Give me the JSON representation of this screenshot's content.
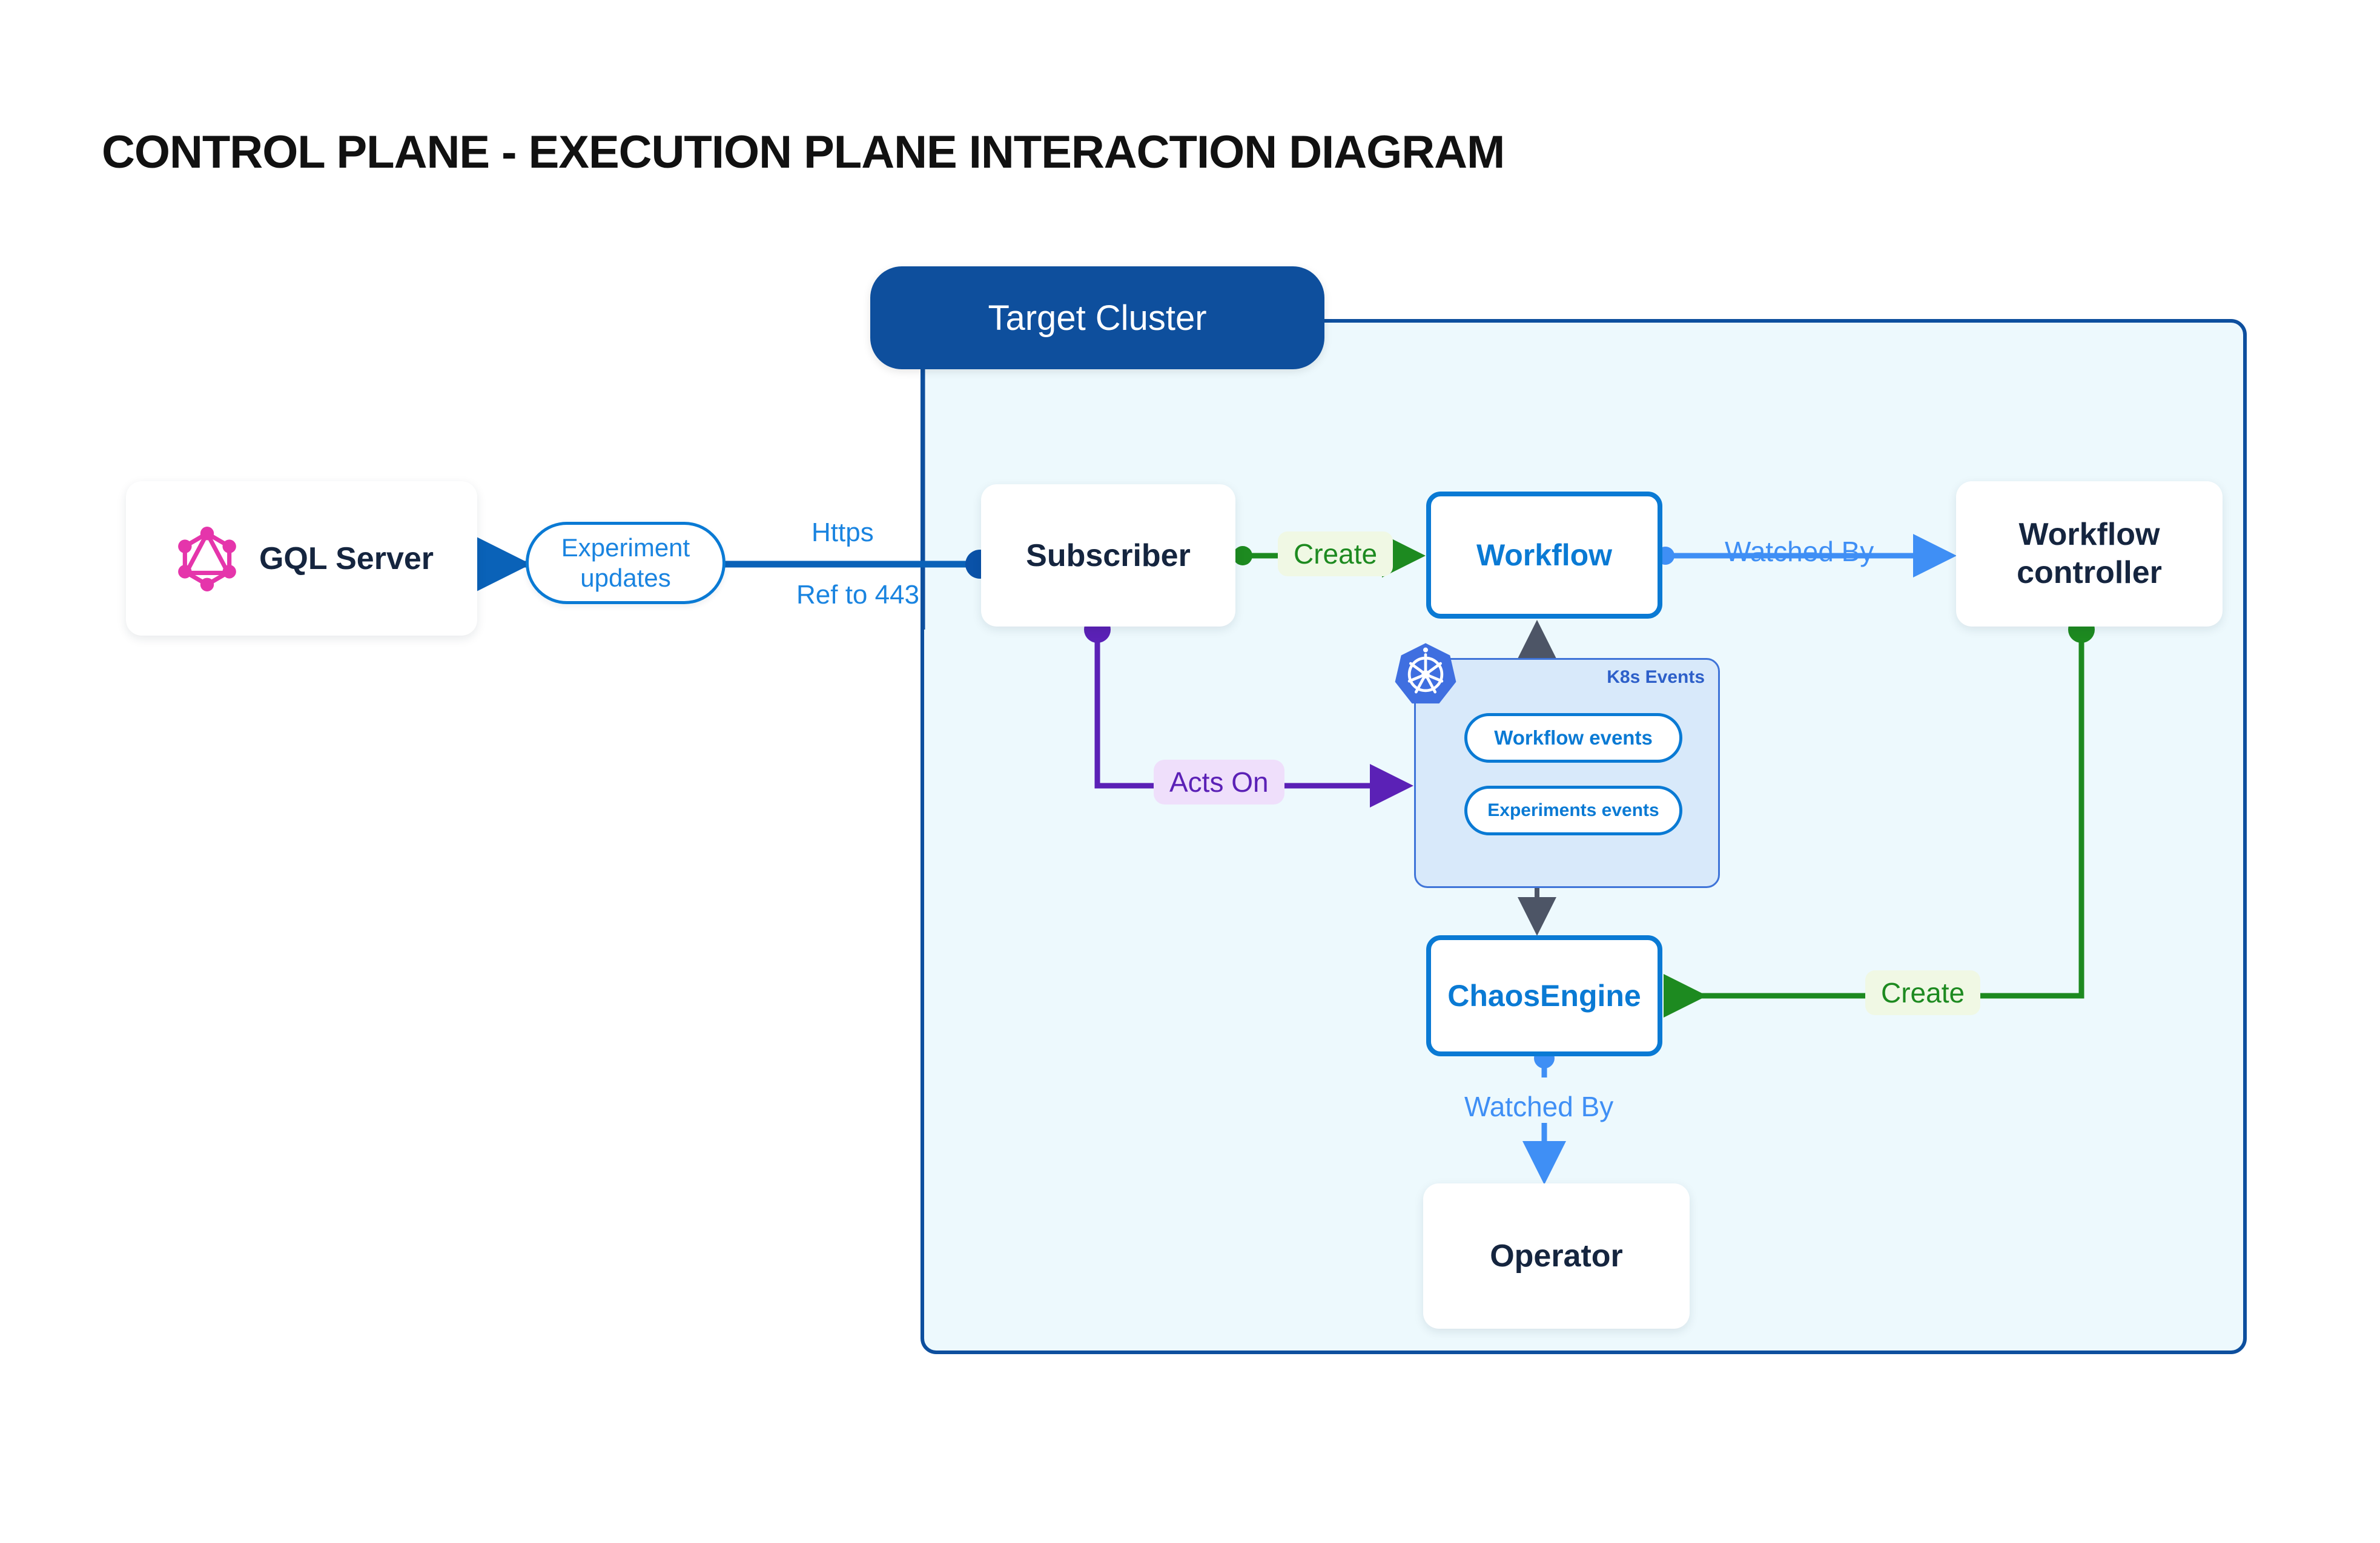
{
  "page": {
    "title": "CONTROL PLANE - EXECUTION PLANE INTERACTION DIAGRAM"
  },
  "cluster": {
    "badge_label": "Target Cluster",
    "fill_color": "#edf9fd",
    "border_color": "#0d4f9e",
    "badge_color": "#0e4f9d"
  },
  "nodes": {
    "gql_server": {
      "label": "GQL Server",
      "icon": "graphql-logo-icon",
      "icon_color": "#e535ab",
      "style": "plain"
    },
    "subscriber": {
      "label": "Subscriber",
      "style": "plain"
    },
    "workflow": {
      "label": "Workflow",
      "style": "outlined",
      "accent": "#0a7ad4"
    },
    "workflow_controller": {
      "label": "Workflow\ncontroller",
      "line1": "Workflow",
      "line2": "controller",
      "style": "plain"
    },
    "chaos_engine": {
      "label": "ChaosEngine",
      "style": "outlined",
      "accent": "#0a7ad4"
    },
    "operator": {
      "label": "Operator",
      "style": "plain"
    }
  },
  "k8s_group": {
    "title": "K8s Events",
    "icon": "kubernetes-helm-icon",
    "icon_color": "#3f6fe0",
    "fill_color": "#d8e9fa",
    "border_color": "#3f74d8",
    "pills": [
      {
        "label": "Workflow events"
      },
      {
        "label": "Experiments events"
      }
    ]
  },
  "edges": [
    {
      "id": "subscriber-to-gql",
      "label": "Experiment updates",
      "label_line1": "Experiment",
      "label_line2": "updates",
      "annotation_top": "Https",
      "annotation_bottom": "Ref to 443",
      "color": "#0a62b8",
      "direction": "left"
    },
    {
      "id": "subscriber-to-workflow",
      "label": "Create",
      "color": "#1d8a20",
      "direction": "right"
    },
    {
      "id": "workflow-to-controller",
      "label": "Watched By",
      "color": "#3f8ff5",
      "direction": "right"
    },
    {
      "id": "subscriber-to-k8s-events",
      "label": "Acts On",
      "color": "#5b21b6",
      "direction": "right"
    },
    {
      "id": "controller-to-chaosengine",
      "label": "Create",
      "color": "#1d8a20",
      "direction": "left"
    },
    {
      "id": "chaosengine-to-operator",
      "label": "Watched By",
      "color": "#3f8ff5",
      "direction": "down"
    },
    {
      "id": "k8s-events-to-workflow",
      "label": "",
      "color": "#4d5566",
      "direction": "up"
    },
    {
      "id": "experiments-events-to-chaosengine",
      "label": "",
      "color": "#4d5566",
      "direction": "down"
    }
  ],
  "labels": {
    "https": "Https",
    "ref_to_443": "Ref to 443",
    "create_workflow": "Create",
    "watched_by_controller": "Watched By",
    "acts_on": "Acts On",
    "create_chaosengine": "Create",
    "watched_by_operator": "Watched By",
    "experiment_updates_line1": "Experiment",
    "experiment_updates_line2": "updates"
  }
}
